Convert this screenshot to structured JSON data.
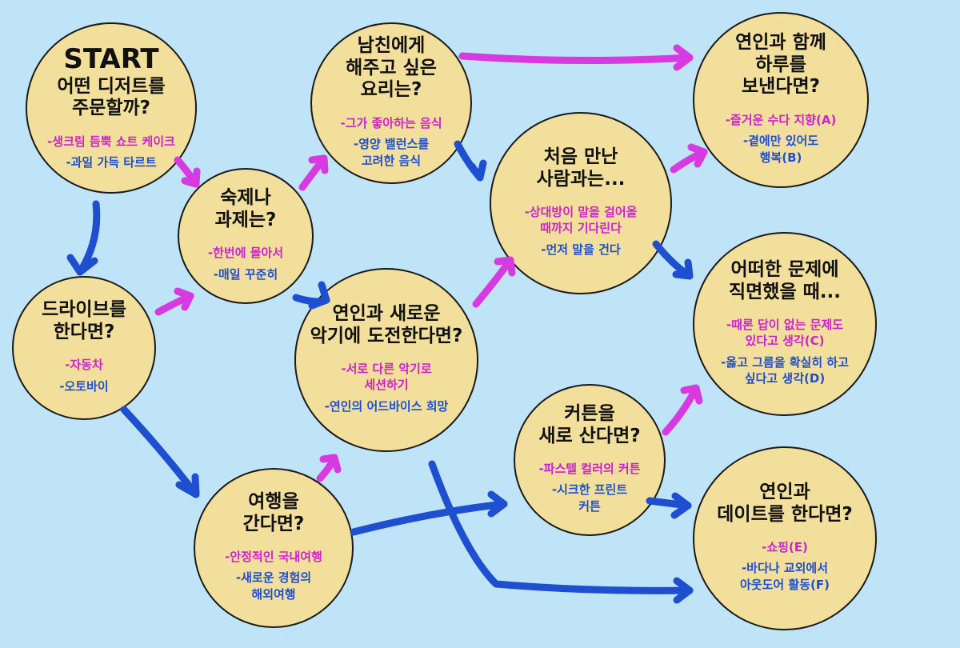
{
  "colors": {
    "background": "#bfe3f7",
    "node_fill": "#f2df9b",
    "pink": "#cc22cc",
    "blue": "#1e4fd0"
  },
  "start": {
    "title": "START",
    "question": "어떤 디저트를\n주문할까?",
    "options": [
      "-생크림 듬뿍 쇼트 케이크",
      "-과일 가득 타르트"
    ]
  },
  "drive": {
    "question": "드라이브를\n한다면?",
    "options": [
      "-자동차",
      "-오토바이"
    ]
  },
  "homework": {
    "question": "숙제나\n과제는?",
    "options": [
      "-한번에 몰아서",
      "-매일 꾸준히"
    ]
  },
  "cook": {
    "question": "남친에게\n해주고 싶은\n요리는?",
    "options": [
      "-그가 좋아하는 음식",
      "-영양 밸런스를\n고려한 음식"
    ]
  },
  "instrument": {
    "question": "연인과 새로운\n악기에 도전한다면?",
    "options": [
      "-서로 다른 악기로\n세션하기",
      "-연인의 어드바이스 희망"
    ]
  },
  "travel": {
    "question": "여행을\n간다면?",
    "options": [
      "-안정적인 국내여행",
      "-새로운 경험의\n해외여행"
    ]
  },
  "first_meet": {
    "question": "처음 만난\n사람과는...",
    "options": [
      "-상대방이 말을 걸어올\n때까지 기다린다",
      "-먼저 말을 건다"
    ]
  },
  "curtain": {
    "question": "커튼을\n새로 산다면?",
    "options": [
      "-파스텔 컬러의 커튼",
      "-시크한 프린트\n커튼"
    ]
  },
  "result_ab": {
    "question": "연인과 함께\n하루를\n보낸다면?",
    "options": [
      "-즐거운 수다 지향(A)",
      "-곁에만 있어도\n행복(B)"
    ]
  },
  "result_cd": {
    "question": "어떠한 문제에\n직면했을 때...",
    "options": [
      "-때론 답이 없는 문제도\n있다고 생각(C)",
      "-옳고 그름을 확실히 하고\n싶다고 생각(D)"
    ]
  },
  "result_ef": {
    "question": "연인과\n데이트를 한다면?",
    "options": [
      "-쇼핑(E)",
      "-바다나 교외에서\n아웃도어 활동(F)"
    ]
  }
}
